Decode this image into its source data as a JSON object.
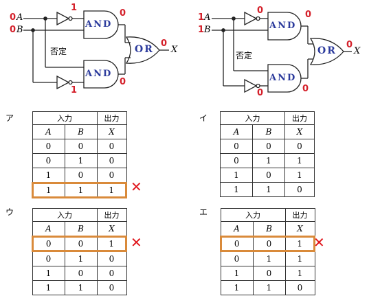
{
  "circuit_left": {
    "input_a": {
      "value": "0",
      "name": "A"
    },
    "input_b": {
      "value": "0",
      "name": "B"
    },
    "not_top_output": "1",
    "not_bottom_output": "1",
    "and_top_label": "AND",
    "and_top_output": "0",
    "and_bottom_label": "AND",
    "and_bottom_output": "0",
    "or_label": "OR",
    "or_output": "0",
    "output_name": "X",
    "negation_label": "否定"
  },
  "circuit_right": {
    "input_a": {
      "value": "1",
      "name": "A"
    },
    "input_b": {
      "value": "1",
      "name": "B"
    },
    "not_top_output": "0",
    "not_bottom_output": "0",
    "and_top_label": "AND",
    "and_top_output": "0",
    "and_bottom_label": "AND",
    "and_bottom_output": "0",
    "or_label": "OR",
    "or_output": "0",
    "output_name": "X",
    "negation_label": "否定"
  },
  "tables": [
    {
      "label": "ア",
      "input_header": "入力",
      "output_header": "出力",
      "columns": [
        "A",
        "B",
        "X"
      ],
      "rows": [
        [
          "0",
          "0",
          "0"
        ],
        [
          "0",
          "1",
          "0"
        ],
        [
          "1",
          "0",
          "0"
        ],
        [
          "1",
          "1",
          "1"
        ]
      ],
      "highlight_row": 3,
      "mark": "✕"
    },
    {
      "label": "イ",
      "input_header": "入力",
      "output_header": "出力",
      "columns": [
        "A",
        "B",
        "X"
      ],
      "rows": [
        [
          "0",
          "0",
          "0"
        ],
        [
          "0",
          "1",
          "1"
        ],
        [
          "1",
          "0",
          "1"
        ],
        [
          "1",
          "1",
          "0"
        ]
      ],
      "highlight_row": null,
      "mark": ""
    },
    {
      "label": "ウ",
      "input_header": "入力",
      "output_header": "出力",
      "columns": [
        "A",
        "B",
        "X"
      ],
      "rows": [
        [
          "0",
          "0",
          "1"
        ],
        [
          "0",
          "1",
          "0"
        ],
        [
          "1",
          "0",
          "0"
        ],
        [
          "1",
          "1",
          "0"
        ]
      ],
      "highlight_row": 0,
      "mark": "✕"
    },
    {
      "label": "エ",
      "input_header": "入力",
      "output_header": "出力",
      "columns": [
        "A",
        "B",
        "X"
      ],
      "rows": [
        [
          "0",
          "0",
          "1"
        ],
        [
          "0",
          "1",
          "1"
        ],
        [
          "1",
          "0",
          "1"
        ],
        [
          "1",
          "1",
          "0"
        ]
      ],
      "highlight_row": 0,
      "mark": "✕"
    }
  ],
  "colors": {
    "annotation_red": "#d4202a",
    "gate_label_blue": "#2b3a9c",
    "highlight_orange": "#d98a3a",
    "cross_red": "#e0161c"
  }
}
